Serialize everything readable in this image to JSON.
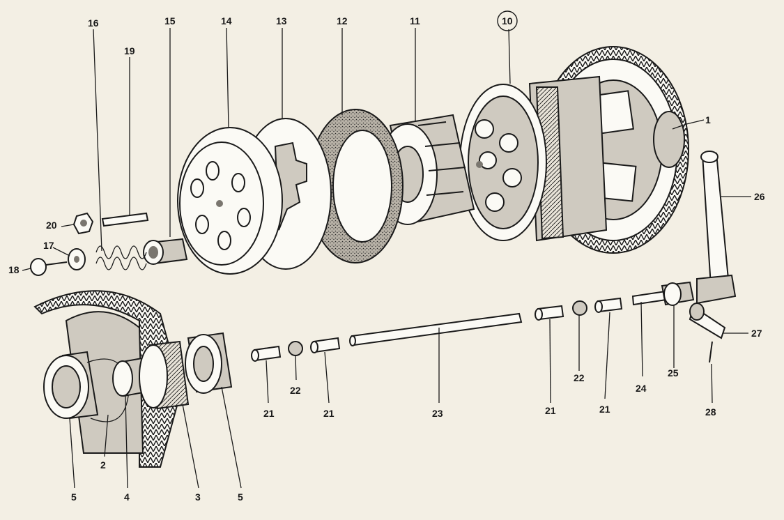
{
  "diagram": {
    "labels": [
      {
        "id": "p1",
        "text": "1"
      },
      {
        "id": "p2",
        "text": "2"
      },
      {
        "id": "p3",
        "text": "3"
      },
      {
        "id": "p4",
        "text": "4"
      },
      {
        "id": "p5a",
        "text": "5"
      },
      {
        "id": "p5b",
        "text": "5"
      },
      {
        "id": "p10",
        "text": "10",
        "circled": true
      },
      {
        "id": "p11",
        "text": "11"
      },
      {
        "id": "p12",
        "text": "12"
      },
      {
        "id": "p13",
        "text": "13"
      },
      {
        "id": "p14",
        "text": "14"
      },
      {
        "id": "p15",
        "text": "15"
      },
      {
        "id": "p16",
        "text": "16"
      },
      {
        "id": "p17",
        "text": "17"
      },
      {
        "id": "p18",
        "text": "18"
      },
      {
        "id": "p19",
        "text": "19"
      },
      {
        "id": "p20",
        "text": "20"
      },
      {
        "id": "p21a",
        "text": "21"
      },
      {
        "id": "p21b",
        "text": "21"
      },
      {
        "id": "p21c",
        "text": "21"
      },
      {
        "id": "p21d",
        "text": "21"
      },
      {
        "id": "p22a",
        "text": "22"
      },
      {
        "id": "p22b",
        "text": "22"
      },
      {
        "id": "p23",
        "text": "23"
      },
      {
        "id": "p24",
        "text": "24"
      },
      {
        "id": "p25",
        "text": "25"
      },
      {
        "id": "p26",
        "text": "26"
      },
      {
        "id": "p27",
        "text": "27"
      },
      {
        "id": "p28",
        "text": "28"
      }
    ]
  },
  "colors": {
    "paper": "#f3efe4",
    "ink": "#1a1a1a",
    "light_fill": "#fbfaf5",
    "mid_fill": "#cfcac0",
    "dark_fill": "#7a766f"
  }
}
